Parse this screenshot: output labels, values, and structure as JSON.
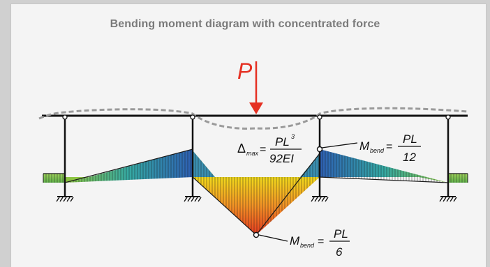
{
  "title": "Bending moment diagram with concentrated force",
  "load": {
    "label": "P",
    "color": "#e53022"
  },
  "deflection": {
    "symbol": "Δ",
    "subscript": "max",
    "equals": "=",
    "numerator": "PL",
    "exponent": "3",
    "denominator": "92EI"
  },
  "moment_support": {
    "symbol": "M",
    "subscript": "bend",
    "equals": "=",
    "numerator": "PL",
    "denominator": "12"
  },
  "moment_load": {
    "symbol": "M",
    "subscript": "bend",
    "equals": "=",
    "numerator": "PL",
    "denominator": "6"
  },
  "colors": {
    "background": "#d0d0d0",
    "panel": "#f4f4f4",
    "title": "#7a7a7a",
    "beam": "#111111",
    "deflected_shape": "#9a9a9a"
  }
}
